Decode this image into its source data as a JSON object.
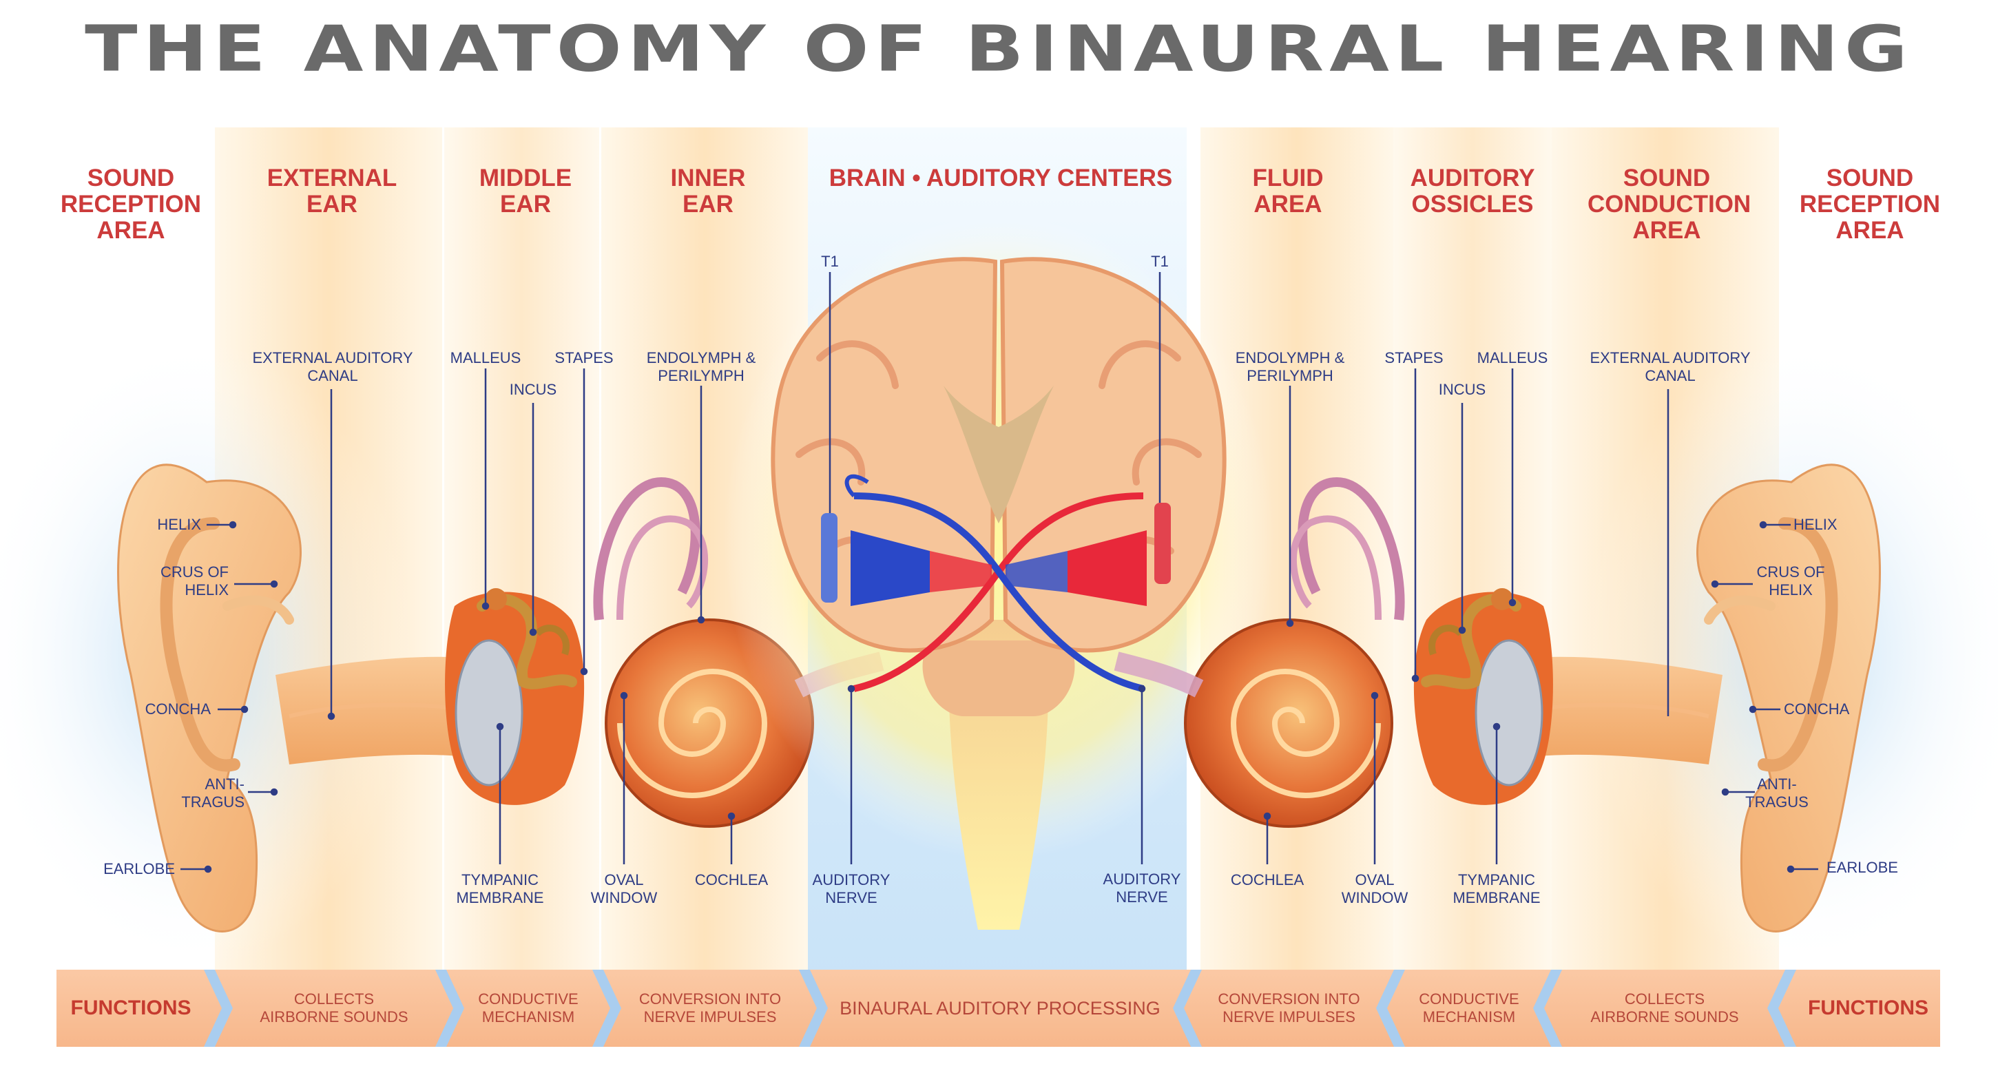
{
  "title": "THE ANATOMY OF BINAURAL HEARING",
  "colors": {
    "title": "#6a6a6a",
    "heading": "#cc3b3b",
    "label": "#2e3c85",
    "band_beige": "#fee2b9",
    "band_blue": "#d7ebfa",
    "function_bar": "#f7b78b",
    "nerve_red": "#e8283a",
    "nerve_blue": "#2a48c8",
    "ear_skin": "#f8c48d"
  },
  "headings": {
    "left_sound_reception": "SOUND\nRECEPTION\nAREA",
    "left_external_ear": "EXTERNAL\nEAR",
    "left_middle_ear": "MIDDLE\nEAR",
    "left_inner_ear": "INNER\nEAR",
    "brain": "BRAIN • AUDITORY CENTERS",
    "right_fluid_area": "FLUID\nAREA",
    "right_auditory_ossicles": "AUDITORY\nOSSICLES",
    "right_sound_conduction": "SOUND\nCONDUCTION\nAREA",
    "right_sound_reception": "SOUND\nRECEPTION\nAREA"
  },
  "labels": {
    "left": {
      "helix": "HELIX",
      "crus_of_helix": "CRUS OF\nHELIX",
      "concha": "CONCHA",
      "anti_tragus": "ANTI-\nTRAGUS",
      "earlobe": "EARLOBE",
      "external_auditory_canal": "EXTERNAL AUDITORY\nCANAL",
      "malleus": "MALLEUS",
      "incus": "INCUS",
      "stapes": "STAPES",
      "endolymph_perilymph": "ENDOLYMPH &\nPERILYMPH",
      "tympanic_membrane": "TYMPANIC\nMEMBRANE",
      "oval_window": "OVAL\nWINDOW",
      "cochlea": "COCHLEA",
      "auditory_nerve": "AUDITORY\nNERVE",
      "t1": "T1"
    },
    "right": {
      "helix": "HELIX",
      "crus_of_helix": "CRUS OF\nHELIX",
      "concha": "CONCHA",
      "anti_tragus": "ANTI-\nTRAGUS",
      "earlobe": "EARLOBE",
      "external_auditory_canal": "EXTERNAL AUDITORY\nCANAL",
      "malleus": "MALLEUS",
      "incus": "INCUS",
      "stapes": "STAPES",
      "endolymph_perilymph": "ENDOLYMPH &\nPERILYMPH",
      "tympanic_membrane": "TYMPANIC\nMEMBRANE",
      "oval_window": "OVAL\nWINDOW",
      "cochlea": "COCHLEA",
      "auditory_nerve": "AUDITORY\nNERVE",
      "t1": "T1"
    }
  },
  "functions": {
    "left_functions": "FUNCTIONS",
    "left_collects": "COLLECTS\nAIRBORNE SOUNDS",
    "left_conductive": "CONDUCTIVE\nMECHANISM",
    "left_conversion": "CONVERSION INTO\nNERVE IMPULSES",
    "center": "BINAURAL AUDITORY PROCESSING",
    "right_conversion": "CONVERSION INTO\nNERVE IMPULSES",
    "right_conductive": "CONDUCTIVE\nMECHANISM",
    "right_collects": "COLLECTS\nAIRBORNE SOUNDS",
    "right_functions": "FUNCTIONS"
  }
}
